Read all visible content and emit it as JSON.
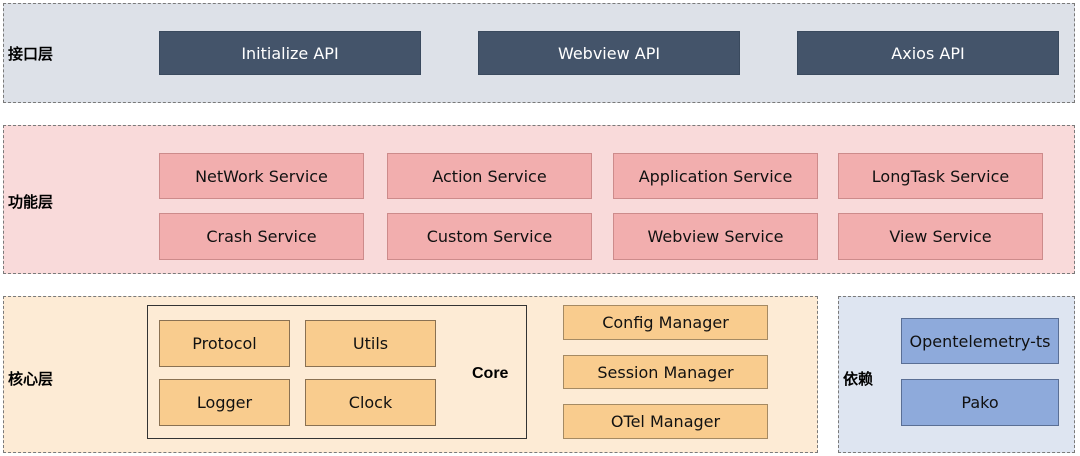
{
  "layers": {
    "interface": {
      "label": "接口层",
      "bg": "#dde1e8"
    },
    "function": {
      "label": "功能层",
      "bg": "#f9dada"
    },
    "core": {
      "label": "核心层",
      "bg": "#fdebd5"
    },
    "deps": {
      "label": "依赖",
      "bg": "#dee5f1"
    }
  },
  "apis": [
    "Initialize API",
    "Webview API",
    "Axios API"
  ],
  "services": [
    "NetWork Service",
    "Action Service",
    "Application Service",
    "LongTask Service",
    "Crash Service",
    "Custom Service",
    "Webview Service",
    "View Service"
  ],
  "core": {
    "label": "Core",
    "items": [
      "Protocol",
      "Utils",
      "Logger",
      "Clock"
    ]
  },
  "managers": [
    "Config Manager",
    "Session Manager",
    "OTel Manager"
  ],
  "dependencies": [
    "Opentelemetry-ts",
    "Pako"
  ],
  "colors": {
    "api": "#44546a",
    "service": "#f2aeae",
    "core_item": "#f9cc8e",
    "dependency": "#8eaadb"
  }
}
